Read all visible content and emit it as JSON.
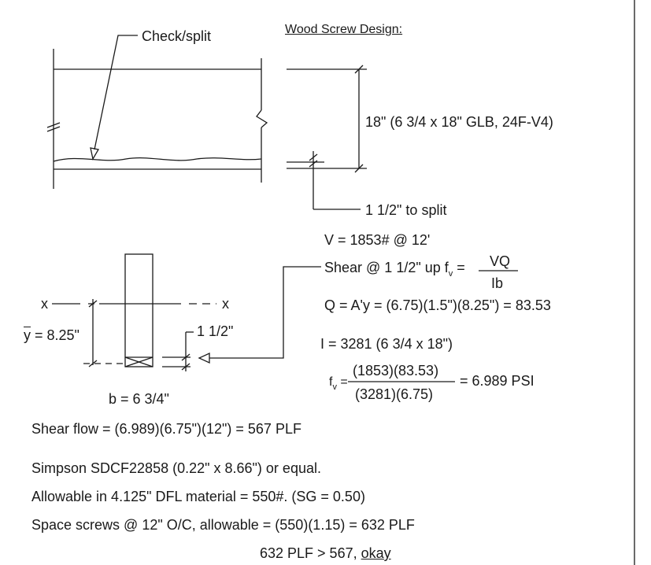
{
  "sketch": {
    "check_split_label": "Check/split",
    "wood_screw_design_title": "Wood Screw Design:",
    "beam_depth_label": "18\" (6 3/4 x 18\" GLB, 24F-V4)",
    "split_distance_label": "1 1/2\" to split"
  },
  "section": {
    "x_left": "x",
    "x_right": "x",
    "ybar_symbol": "y",
    "ybar_value": " = 8.25\"",
    "split_height": "1 1/2\"",
    "width_label": "b = 6 3/4\""
  },
  "calcs": {
    "shear_v": "V = 1853# @ 12'",
    "shear_prefix": "Shear @ 1 1/2\" up f",
    "shear_sub": "v",
    "shear_eq": " =",
    "vq_num": "VQ",
    "vq_den": "Ib",
    "q_line": "Q = A'y = (6.75)(1.5\")(8.25\") = 83.53",
    "i_line": "I = 3281 (6 3/4 x 18\")",
    "fv_symbol": "f",
    "fv_sub": "v",
    "fv_eq": " =",
    "fv_num": "(1853)(83.53)",
    "fv_den": "(3281)(6.75)",
    "fv_result": "= 6.989 PSI"
  },
  "notes": {
    "shear_flow": "Shear flow = (6.989)(6.75\")(12\") = 567 PLF",
    "screw_spec": "Simpson SDCF22858 (0.22\" x 8.66\") or equal.",
    "allowable": "Allowable in 4.125\" DFL material = 550#. (SG = 0.50)",
    "spacing": "Space screws @ 12\" O/C, allowable = (550)(1.15) = 632 PLF",
    "conclusion_prefix": "632 PLF > 567, ",
    "conclusion_ok": "okay"
  },
  "colors": {
    "ink": "#1a1a1a",
    "paper": "#ffffff"
  }
}
